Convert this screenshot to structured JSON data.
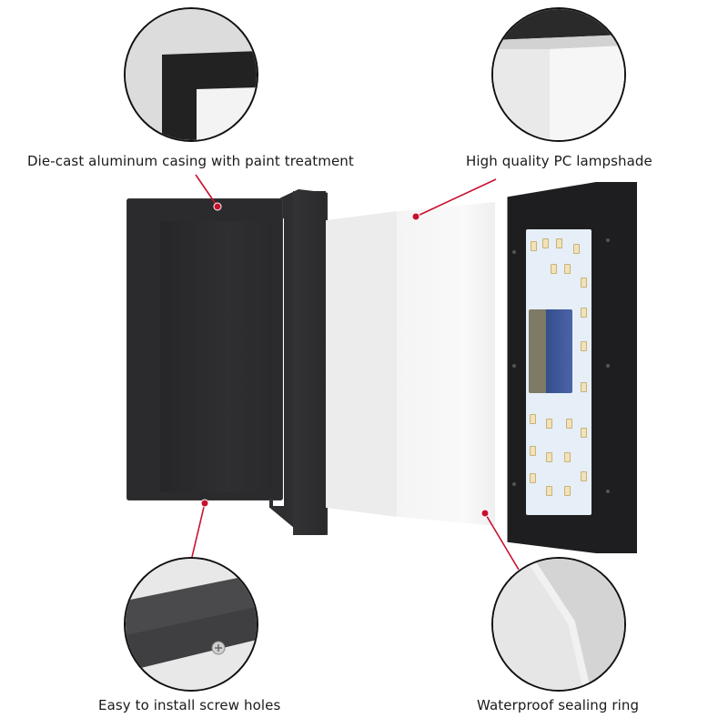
{
  "callouts": [
    {
      "id": "casing",
      "label": "Die-cast aluminum casing with paint treatment",
      "position": "top-left"
    },
    {
      "id": "lampshade",
      "label": "High quality PC lampshade",
      "position": "top-right"
    },
    {
      "id": "screw-holes",
      "label": "Easy to install screw holes",
      "position": "bottom-left"
    },
    {
      "id": "sealing-ring",
      "label": "Waterproof sealing ring",
      "position": "bottom-right"
    }
  ],
  "colors": {
    "leader_line": "#c8102e",
    "circle_border": "#111111",
    "frame": "#2b2b2d",
    "shade": "#f2f2f2",
    "pcb": "#e6eef7",
    "driver": "#3d57a0"
  },
  "components": {
    "frame": "black aluminum frame",
    "shade": "white PC lampshade",
    "board": "LED board with driver"
  }
}
